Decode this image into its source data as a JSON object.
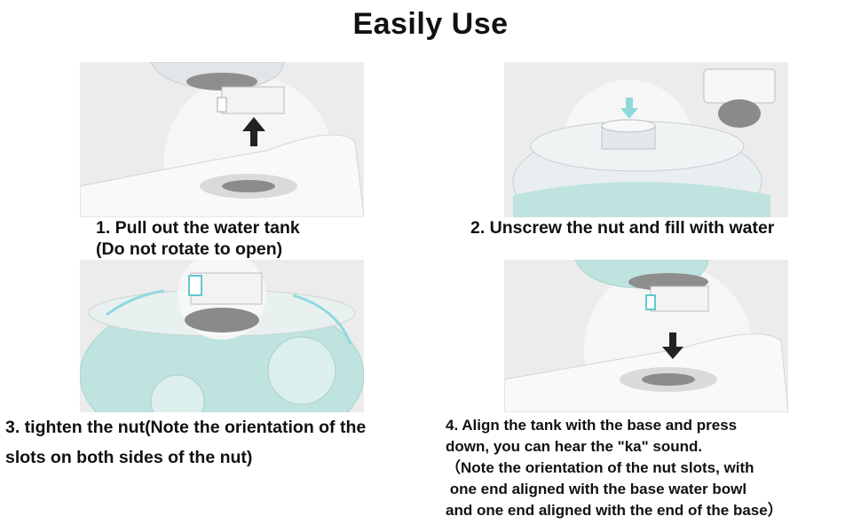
{
  "title": "Easily Use",
  "steps": [
    {
      "lines": [
        "1. Pull out the water tank",
        "(Do not rotate to open)"
      ],
      "image": "remove-tank-illustration"
    },
    {
      "lines": [
        "2. Unscrew the nut and fill with water"
      ],
      "image": "fill-water-illustration"
    },
    {
      "lines": [
        "3. tighten the nut(Note the orientation of the",
        "slots on both sides of the nut)"
      ],
      "image": "tighten-nut-illustration"
    },
    {
      "lines": [
        "4. Align the tank with the base and press",
        "down, you can hear the \"ka\" sound.",
        "（Note the orientation of the nut slots, with",
        " one end aligned with the base water bowl",
        "and one end aligned with the end of the base）"
      ],
      "image": "align-tank-illustration"
    }
  ],
  "colors": {
    "tank_water": "#bfe3df",
    "arrow_dark": "#222222",
    "arrow_light": "#8fd9dc",
    "background": "#ececec"
  }
}
